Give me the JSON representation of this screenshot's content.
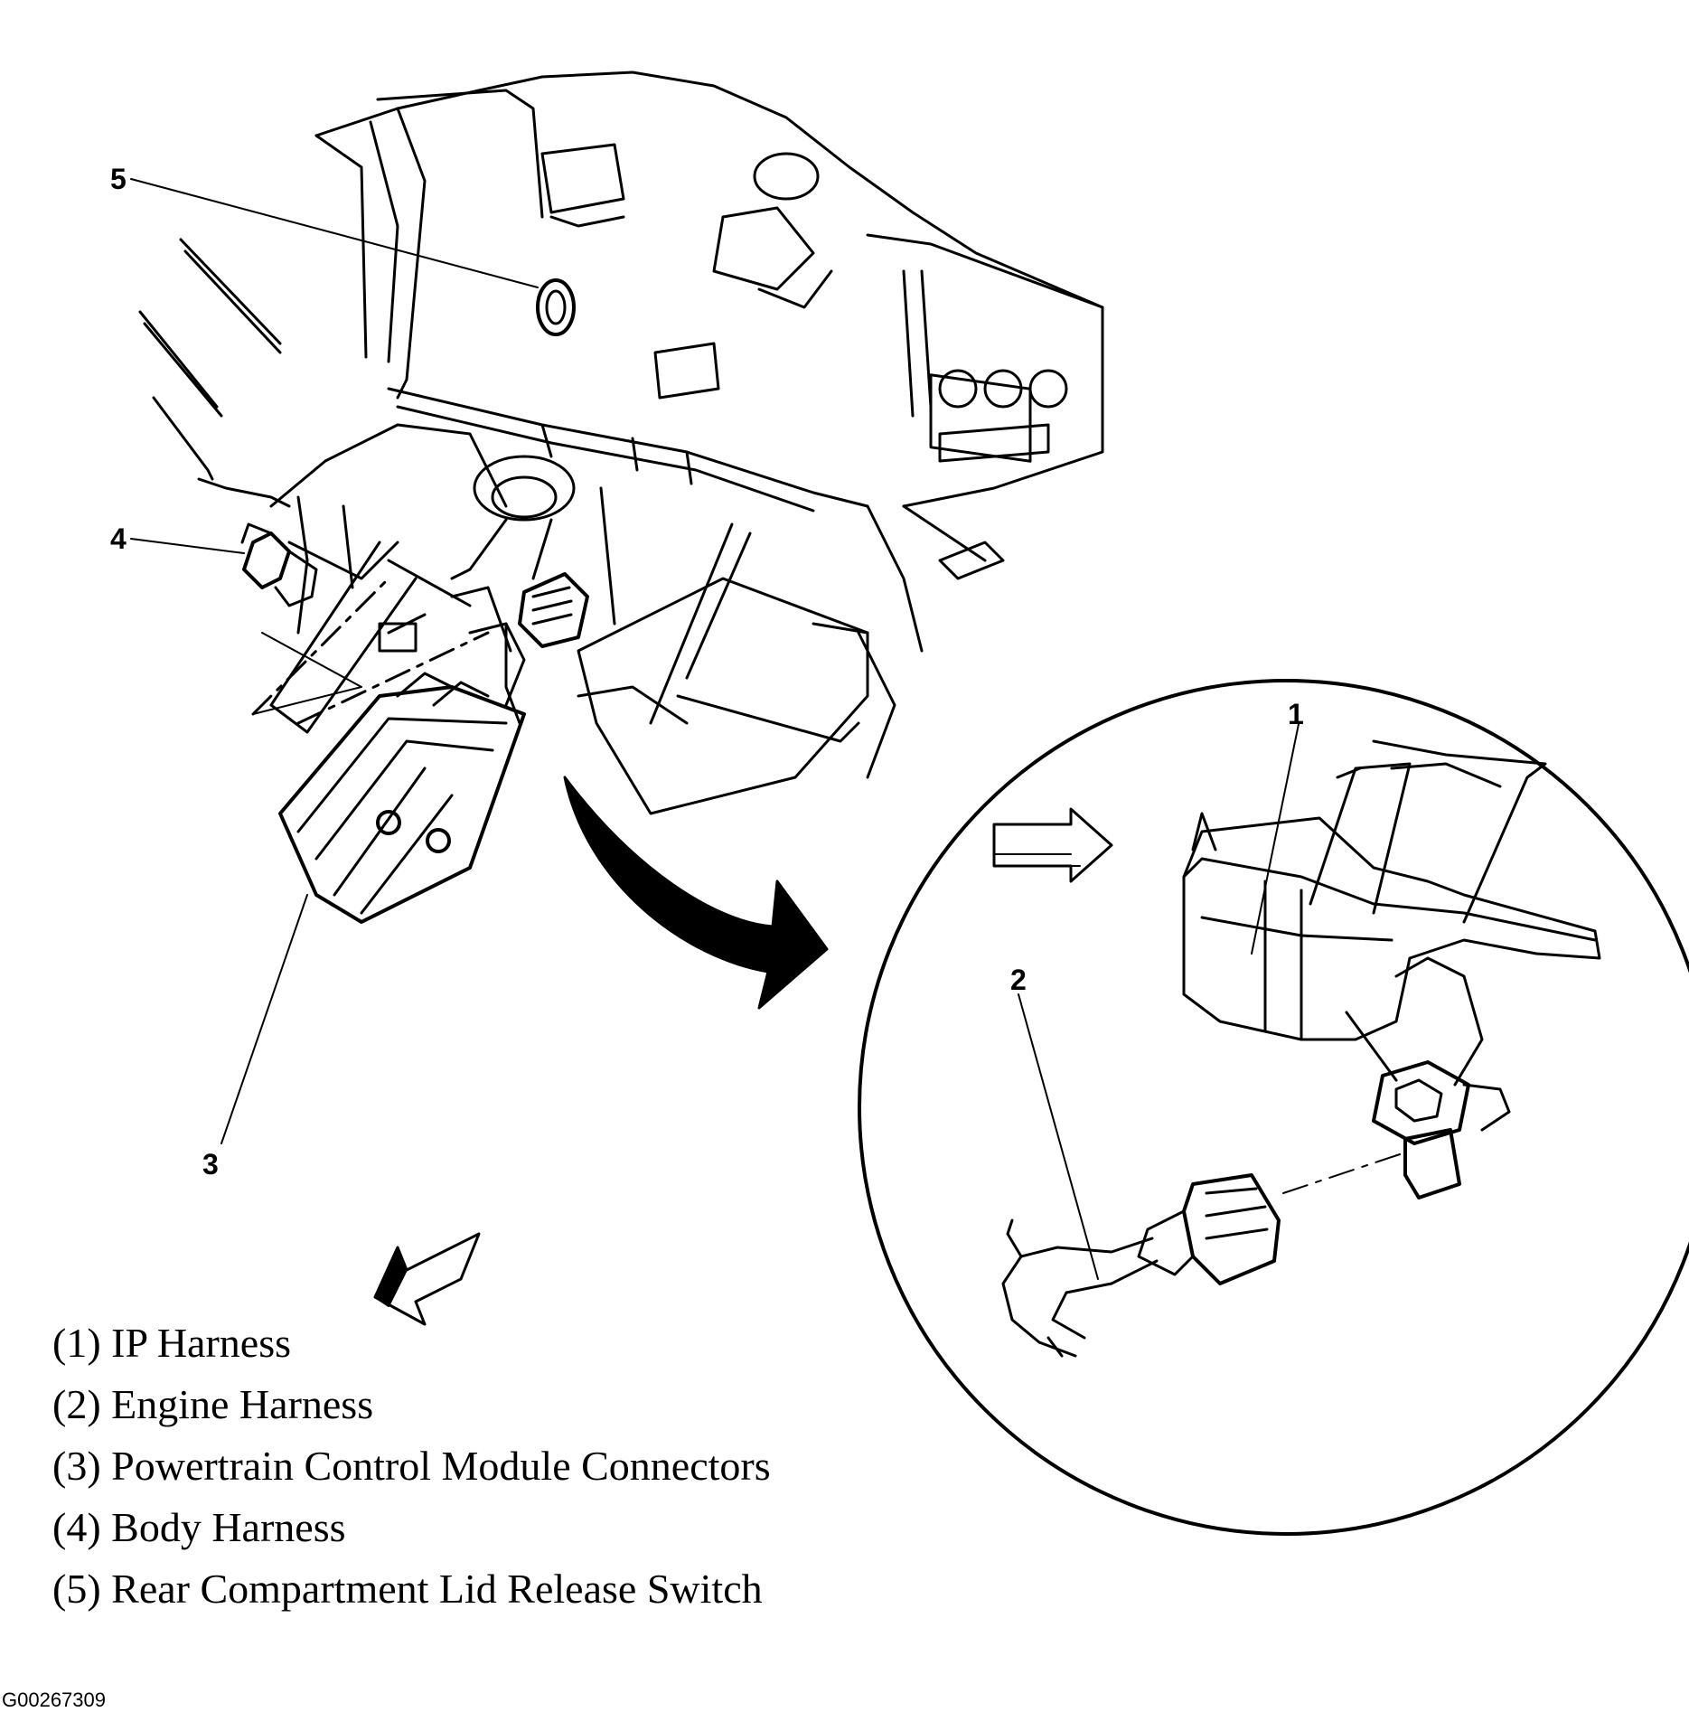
{
  "callouts": {
    "c1": "1",
    "c2": "2",
    "c3": "3",
    "c4": "4",
    "c5": "5"
  },
  "legend": [
    "(1) IP Harness",
    "(2) Engine Harness",
    "(3) Powertrain Control Module Connectors",
    "(4) Body Harness",
    "(5) Rear Compartment Lid Release Switch"
  ],
  "figure_id": "G00267309"
}
